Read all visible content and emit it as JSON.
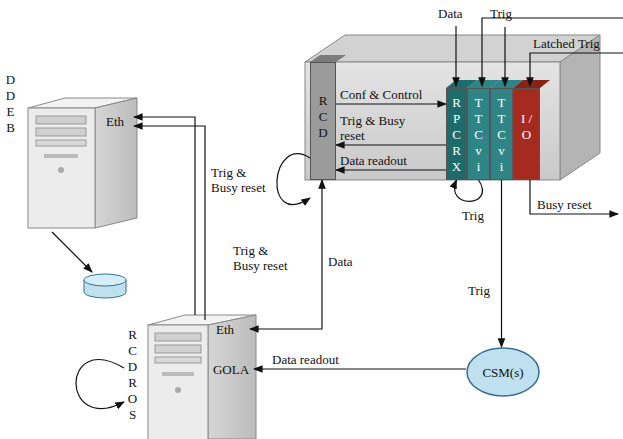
{
  "diagram": {
    "nodes": [
      {
        "text": [
          "D D E B"
        ]
      },
      {
        "text": [
          "Eth"
        ],
        "in": 0
      },
      {
        "text": [
          "R C D R O S"
        ]
      },
      {
        "text": [
          "Eth"
        ],
        "in": 2
      },
      {
        "text": [
          "GOLA"
        ],
        "in": 2
      },
      {
        "text": [
          "R C D"
        ]
      },
      {
        "text": [
          "R P C R X"
        ]
      },
      {
        "text": [
          "T T C v i"
        ]
      },
      {
        "text": [
          "T T C v i"
        ]
      },
      {
        "text": [
          "I / O"
        ]
      },
      {
        "text": [
          "CSM(s)"
        ]
      }
    ],
    "edges": [
      {
        "from": 2,
        "to": 1,
        "arrow": "to"
      },
      {
        "from": 3,
        "to": 1,
        "arrow": "to"
      },
      {
        "from": 2,
        "to": 2,
        "arrow": "to"
      },
      {
        "from": 3,
        "to": 5,
        "label": "Data",
        "arrow": "both"
      },
      {
        "from": 5,
        "to": 5,
        "label": "Trig & Busy reset",
        "arrow": "to"
      },
      {
        "from": 5,
        "to": 6,
        "label": "Conf & Control",
        "arrow": "to"
      },
      {
        "from": 6,
        "to": 5,
        "label": "Trig & Busy reset",
        "arrow": "to"
      },
      {
        "from": 6,
        "to": 5,
        "label": "Data readout",
        "arrow": "to"
      },
      {
        "from": 7,
        "to": 6,
        "label": "Trig",
        "arrow": "to"
      },
      {
        "from": 8,
        "to": 10,
        "label": "Trig",
        "arrow": "to"
      },
      {
        "from": 10,
        "to": 4,
        "label": "Data readout",
        "arrow": "to"
      }
    ],
    "labels": [
      "Data",
      "Trig",
      "Latched Trig",
      "Trig & Busy reset",
      "Busy reset"
    ]
  }
}
